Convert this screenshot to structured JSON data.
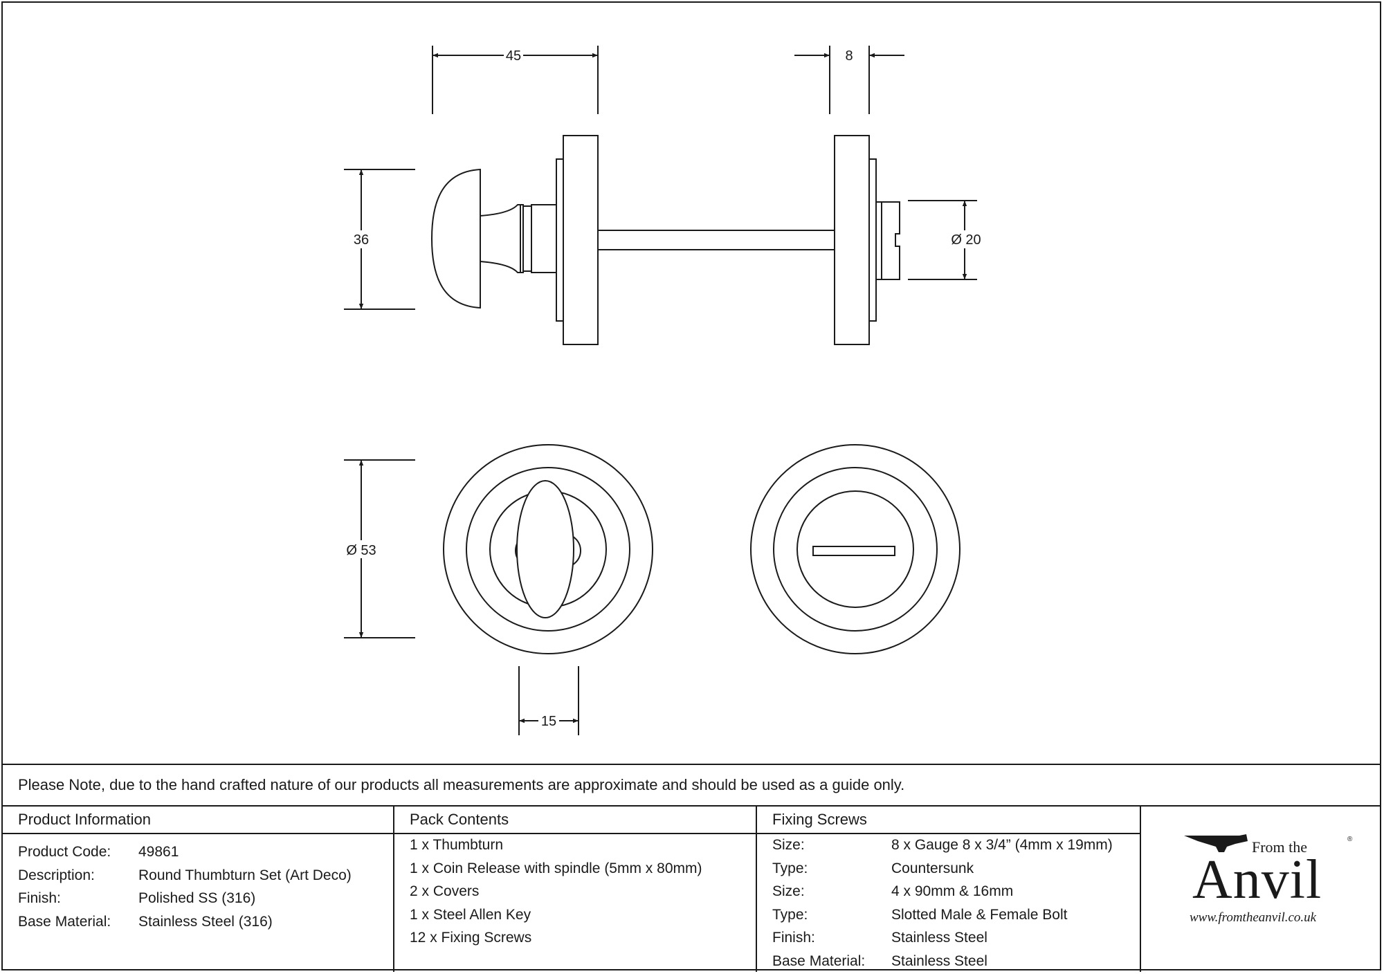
{
  "dimensions": {
    "width_45": "45",
    "width_8": "8",
    "height_36": "36",
    "dia_20": "Ø 20",
    "dia_53": "Ø 53",
    "width_15": "15"
  },
  "note": "Please Note, due to the hand crafted nature of our products all measurements are approximate and should be used as a guide only.",
  "product_information": {
    "heading": "Product Information",
    "rows": [
      {
        "label": "Product Code:",
        "value": "49861"
      },
      {
        "label": "Description:",
        "value": "Round Thumbturn Set (Art Deco)"
      },
      {
        "label": "Finish:",
        "value": "Polished SS (316)"
      },
      {
        "label": "Base Material:",
        "value": "Stainless Steel (316)"
      }
    ]
  },
  "pack_contents": {
    "heading": "Pack Contents",
    "items": [
      "1 x Thumbturn",
      "1 x Coin Release with spindle (5mm x 80mm)",
      "2 x Covers",
      "1 x Steel Allen Key",
      "12 x Fixing Screws"
    ]
  },
  "fixing_screws": {
    "heading": "Fixing Screws",
    "rows": [
      {
        "label": "Size:",
        "value": "8 x Gauge 8 x 3/4” (4mm x 19mm)"
      },
      {
        "label": "Type:",
        "value": "Countersunk"
      },
      {
        "label": "Size:",
        "value": "4 x 90mm & 16mm"
      },
      {
        "label": "Type:",
        "value": "Slotted Male & Female Bolt"
      },
      {
        "label": "Finish:",
        "value": "Stainless Steel"
      },
      {
        "label": "Base Material:",
        "value": "Stainless Steel"
      }
    ]
  },
  "logo": {
    "from_the": "From the",
    "registered": "®",
    "wordmark": "Anvil",
    "url": "www.fromtheanvil.co.uk"
  },
  "colors": {
    "line": "#1a1a1a",
    "background": "#ffffff"
  }
}
